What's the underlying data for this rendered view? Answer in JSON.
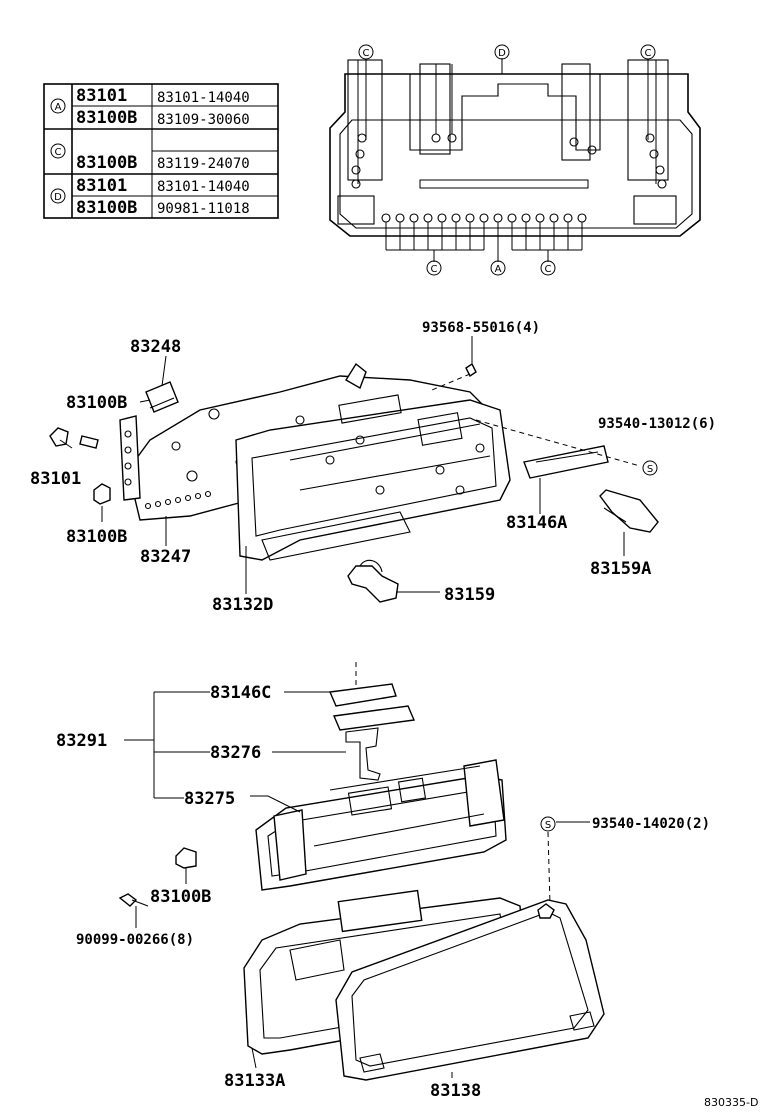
{
  "table": {
    "rows": [
      {
        "code": "A",
        "main": "83101",
        "sub": "83101-14040"
      },
      {
        "code": "",
        "main": "83100B",
        "sub": "83109-30060"
      },
      {
        "code": "C",
        "main": "83100B",
        "sub": "83119-24070"
      },
      {
        "code": "D",
        "main": "83101",
        "sub": "83101-14040"
      },
      {
        "code": "",
        "main": "83100B",
        "sub": "90981-11018"
      }
    ]
  },
  "top_markers": {
    "c_left": "C",
    "d_top": "D",
    "c_right": "C",
    "c_bottom_left": "C",
    "a_bottom": "A",
    "c_bottom_right": "C"
  },
  "labels": {
    "p83248": "83248",
    "p93568": "93568-55016(4)",
    "p83100b_1": "83100B",
    "p93540_13012": "93540-13012(6)",
    "s_mark_1": "S",
    "p83101": "83101",
    "p83146a": "83146A",
    "p83100b_2": "83100B",
    "p83247": "83247",
    "p83159a": "83159A",
    "p83132d": "83132D",
    "p83159": "83159",
    "p83146c": "83146C",
    "p83291": "83291",
    "p83276": "83276",
    "p83275": "83275",
    "s_mark_2": "S",
    "p93540_14020": "93540-14020(2)",
    "p83100b_3": "83100B",
    "p90099": "90099-00266(8)",
    "p83133a": "83133A",
    "p83138": "83138",
    "ref_code": "830335-D"
  }
}
